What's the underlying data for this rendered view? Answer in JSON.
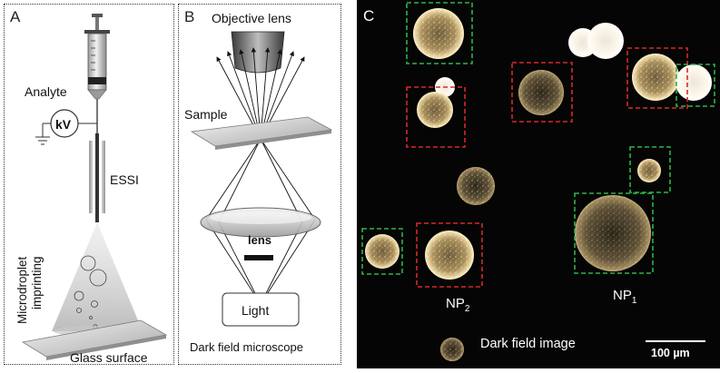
{
  "panel_a": {
    "letter": "A",
    "analyte_label": "Analyte",
    "voltage_label": "kV",
    "essi_label": "ESSI",
    "imprint_label_line1": "Microdroplet",
    "imprint_label_line2": "imprinting",
    "surface_label": "Glass surface"
  },
  "panel_b": {
    "letter": "B",
    "objective_label": "Objective lens",
    "sample_label": "Sample",
    "lens_label": "lens",
    "light_label": "Light",
    "caption": "Dark field microscope"
  },
  "panel_c": {
    "letter": "C",
    "np2_base": "NP",
    "np2_sub": "2",
    "np1_base": "NP",
    "np1_sub": "1",
    "caption": "Dark field image",
    "scale_label": "100 µm"
  }
}
